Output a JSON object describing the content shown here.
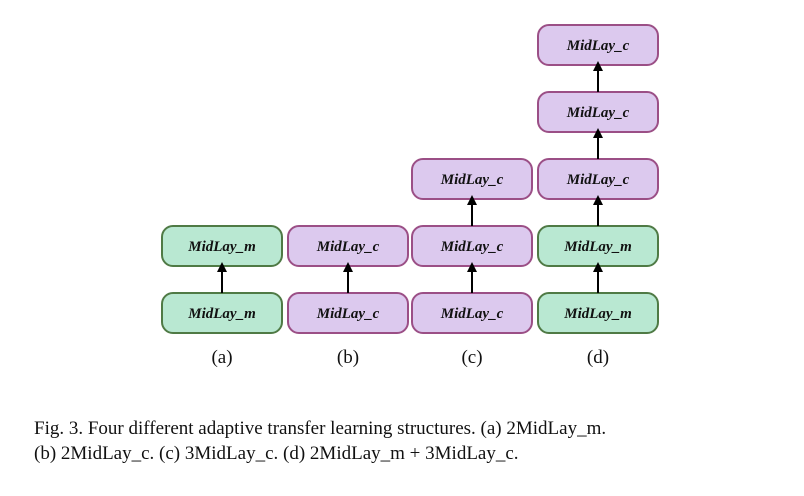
{
  "diagram": {
    "colors": {
      "m_fill": "#b9e8d2",
      "m_stroke": "#4f7a45",
      "c_fill": "#dcc9ee",
      "c_stroke": "#9b4f86",
      "arrow": "#000000"
    },
    "panels": [
      {
        "label": "(a)",
        "nodes_bottom_to_top": [
          {
            "text": "MidLay_m",
            "kind": "m"
          },
          {
            "text": "MidLay_m",
            "kind": "m"
          }
        ]
      },
      {
        "label": "(b)",
        "nodes_bottom_to_top": [
          {
            "text": "MidLay_c",
            "kind": "c"
          },
          {
            "text": "MidLay_c",
            "kind": "c"
          }
        ]
      },
      {
        "label": "(c)",
        "nodes_bottom_to_top": [
          {
            "text": "MidLay_c",
            "kind": "c"
          },
          {
            "text": "MidLay_c",
            "kind": "c"
          },
          {
            "text": "MidLay_c",
            "kind": "c"
          }
        ]
      },
      {
        "label": "(d)",
        "nodes_bottom_to_top": [
          {
            "text": "MidLay_m",
            "kind": "m"
          },
          {
            "text": "MidLay_m",
            "kind": "m"
          },
          {
            "text": "MidLay_c",
            "kind": "c"
          },
          {
            "text": "MidLay_c",
            "kind": "c"
          },
          {
            "text": "MidLay_c",
            "kind": "c"
          }
        ]
      }
    ]
  },
  "caption": {
    "line1": "Fig. 3.  Four different adaptive transfer learning structures. (a) 2MidLay_m.",
    "line2": "(b) 2MidLay_c. (c) 3MidLay_c. (d) 2MidLay_m + 3MidLay_c."
  }
}
